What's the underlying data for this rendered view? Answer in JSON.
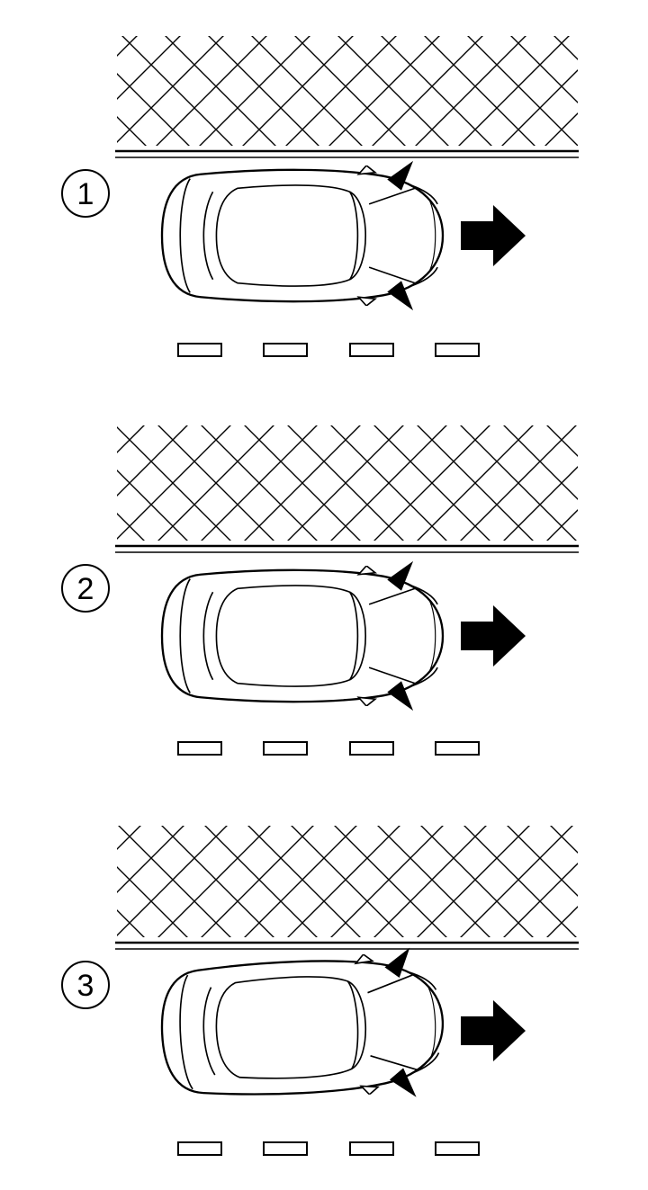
{
  "page": {
    "background_color": "#ffffff",
    "ink_color": "#000000"
  },
  "panels": [
    {
      "label": "1"
    },
    {
      "label": "2"
    },
    {
      "label": "3"
    }
  ],
  "icons": {
    "wall": "hatched-wall-band",
    "wall_edge": "double-edge-line",
    "car": "car-top-view-facing-right",
    "direction_arrow": "solid-right-arrow",
    "corner_sensor": "black-corner-sensor-arrowhead",
    "lane_marking": "dashed-lane-rectangles"
  }
}
